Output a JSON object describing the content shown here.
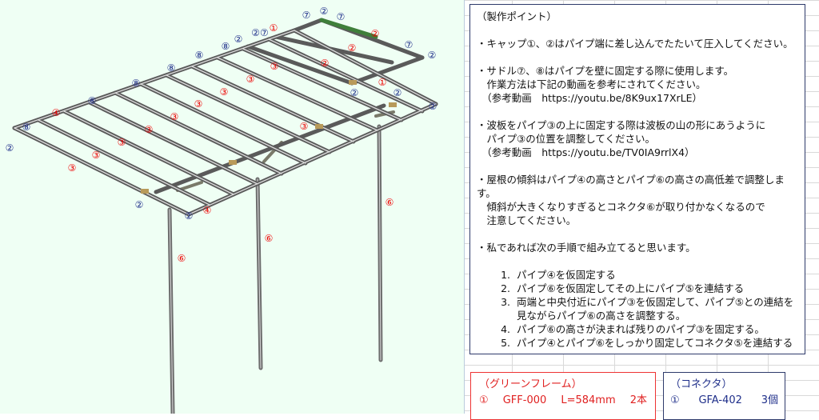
{
  "drawing": {
    "labels_red": [
      {
        "id": "r1a",
        "text": "①"
      },
      {
        "id": "r1b",
        "text": "①"
      },
      {
        "id": "r2a",
        "text": "②"
      },
      {
        "id": "r2b",
        "text": "②"
      },
      {
        "id": "r2c",
        "text": "②"
      },
      {
        "id": "r3a",
        "text": "③"
      },
      {
        "id": "r3b",
        "text": "③"
      },
      {
        "id": "r3c",
        "text": "③"
      },
      {
        "id": "r3d",
        "text": "③"
      },
      {
        "id": "r3e",
        "text": "③"
      },
      {
        "id": "r3f",
        "text": "③"
      },
      {
        "id": "r3g",
        "text": "③"
      },
      {
        "id": "r3h",
        "text": "③"
      },
      {
        "id": "r3i",
        "text": "③"
      },
      {
        "id": "r3j",
        "text": "③"
      },
      {
        "id": "r4a",
        "text": "④"
      },
      {
        "id": "r4b",
        "text": "④"
      },
      {
        "id": "r5a",
        "text": "⑤"
      },
      {
        "id": "r6a",
        "text": "⑥"
      },
      {
        "id": "r6b",
        "text": "⑥"
      },
      {
        "id": "r6c",
        "text": "⑥"
      }
    ],
    "labels_blue": [
      {
        "id": "b7a",
        "text": "⑦"
      },
      {
        "id": "b2a",
        "text": "②"
      },
      {
        "id": "b7b",
        "text": "⑦"
      },
      {
        "id": "b27",
        "text": "②⑦"
      },
      {
        "id": "b8a",
        "text": "⑧"
      },
      {
        "id": "b2b",
        "text": "②"
      },
      {
        "id": "b8b",
        "text": "⑧"
      },
      {
        "id": "b8c",
        "text": "⑧"
      },
      {
        "id": "b8d",
        "text": "⑧"
      },
      {
        "id": "b8e",
        "text": "⑧"
      },
      {
        "id": "b8f",
        "text": "⑧"
      },
      {
        "id": "b2c",
        "text": "②"
      },
      {
        "id": "b7c",
        "text": "⑦"
      },
      {
        "id": "b2d",
        "text": "②"
      },
      {
        "id": "b2e",
        "text": "②"
      },
      {
        "id": "b2f",
        "text": "②"
      },
      {
        "id": "b2g",
        "text": "②"
      },
      {
        "id": "b2h",
        "text": "②"
      },
      {
        "id": "b2i",
        "text": "②"
      }
    ]
  },
  "notes": {
    "title": "（製作ポイント）",
    "p1": "・キャップ①、②はパイプ端に差し込んでたたいて圧入してください。",
    "p2a": "・サドル⑦、⑧はパイプを壁に固定する際に使用します。",
    "p2b": "　作業方法は下記の動画を参考にされてください。",
    "p2c": "　（参考動画　https://youtu.be/8K9ux17XrLE）",
    "p3a": "・波板をパイプ③の上に固定する際は波板の山の形にあうように",
    "p3b": "　パイプ③の位置を調整してください。",
    "p3c": "　（参考動画　https://youtu.be/TV0IA9rrlX4）",
    "p4a": "・屋根の傾斜はパイプ④の高さとパイプ⑥の高さの高低差で調整します。",
    "p4b": "　傾斜が大きくなりすぎるとコネクタ⑥が取り付かなくなるので",
    "p4c": "　注意してください。",
    "p5": "・私であれば次の手順で組み立てると思います。",
    "steps": [
      "パイプ④を仮固定する",
      "パイプ⑥を仮固定してその上にパイプ⑤を連結する",
      "両端と中央付近にパイプ③を仮固定して、パイプ⑤との連結を\n見ながらパイプ⑥の高さを調整する。",
      "パイプ⑥の高さが決まれば残りのパイプ③を固定する。",
      "パイプ④とパイプ⑥をしっかり固定してコネクタ⑤を連結する"
    ]
  },
  "green_frame": {
    "title": "（グリーンフレーム）",
    "item_no": "①",
    "item_code": "GFF-000",
    "item_len": "L=584mm",
    "item_qty": "2本"
  },
  "connector": {
    "title": "（コネクタ）",
    "item_no": "①",
    "item_code": "GFA-402",
    "item_qty": "3個"
  }
}
